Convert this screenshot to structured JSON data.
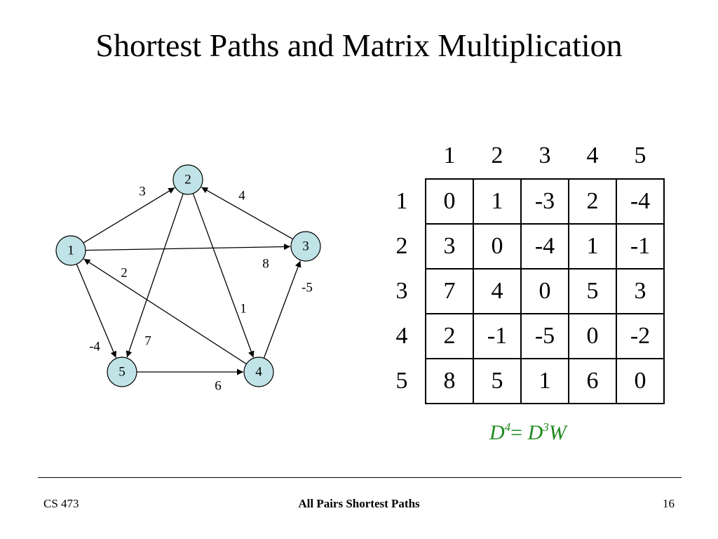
{
  "slide": {
    "title": "Shortest Paths and Matrix Multiplication"
  },
  "graph": {
    "nodes": [
      {
        "id": "1",
        "label": "1"
      },
      {
        "id": "2",
        "label": "2"
      },
      {
        "id": "3",
        "label": "3"
      },
      {
        "id": "4",
        "label": "4"
      },
      {
        "id": "5",
        "label": "5"
      }
    ],
    "edges": [
      {
        "from": "1",
        "to": "2",
        "weight": "3"
      },
      {
        "from": "3",
        "to": "2",
        "weight": "4"
      },
      {
        "from": "1",
        "to": "3",
        "weight": "8"
      },
      {
        "from": "4",
        "to": "1",
        "weight": "2"
      },
      {
        "from": "2",
        "to": "4",
        "weight": "1"
      },
      {
        "from": "4",
        "to": "3",
        "weight": "-5"
      },
      {
        "from": "1",
        "to": "5",
        "weight": "-4"
      },
      {
        "from": "2",
        "to": "5",
        "weight": "7"
      },
      {
        "from": "5",
        "to": "4",
        "weight": "6"
      }
    ]
  },
  "matrix": {
    "col_headers": [
      "1",
      "2",
      "3",
      "4",
      "5"
    ],
    "row_headers": [
      "1",
      "2",
      "3",
      "4",
      "5"
    ],
    "rows": [
      [
        "0",
        "1",
        "-3",
        "2",
        "-4"
      ],
      [
        "3",
        "0",
        "-4",
        "1",
        "-1"
      ],
      [
        "7",
        "4",
        "0",
        "5",
        "3"
      ],
      [
        "2",
        "-1",
        "-5",
        "0",
        "-2"
      ],
      [
        "8",
        "5",
        "1",
        "6",
        "0"
      ]
    ]
  },
  "formula": {
    "lhs_base": "D",
    "lhs_exp": "4",
    "equals": "= ",
    "rhs_base": "D",
    "rhs_exp": "3",
    "rhs_tail": "W",
    "color": "#1f8a1f"
  },
  "footer": {
    "left": "CS 473",
    "center": "All Pairs Shortest Paths",
    "right": "16"
  },
  "colors": {
    "node_fill": "#bfe3e6"
  }
}
